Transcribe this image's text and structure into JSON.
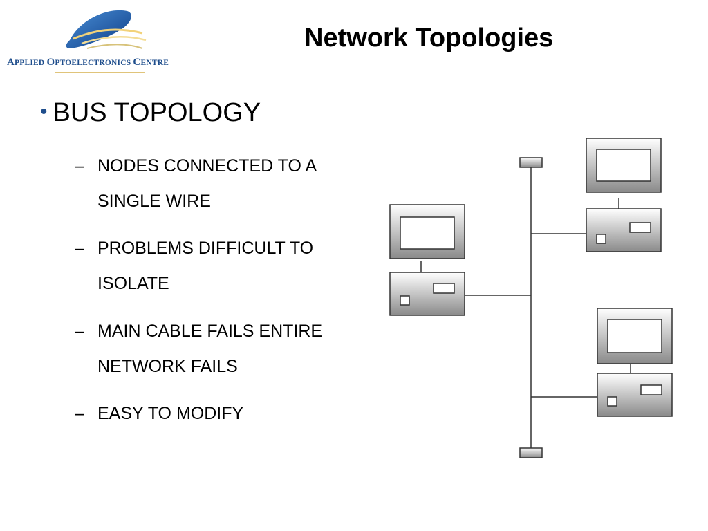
{
  "logo": {
    "org_name_parts": [
      "A",
      "PPLIED ",
      "O",
      "PTOELECTRONICS ",
      "C",
      "ENTRE"
    ]
  },
  "slide": {
    "title": "Network Topologies",
    "bullet": {
      "label": "BUS TOPOLOGY",
      "items": [
        "NODES CONNECTED TO A SINGLE WIRE",
        "PROBLEMS DIFFICULT TO ISOLATE",
        "MAIN CABLE FAILS ENTIRE NETWORK FAILS",
        "EASY TO MODIFY"
      ],
      "dash": "–"
    }
  },
  "diagram": {
    "type": "bus-topology",
    "nodes": [
      "left-computer",
      "top-right-computer",
      "bottom-right-computer"
    ],
    "terminators": [
      "top-terminator",
      "bottom-terminator"
    ],
    "colors": {
      "node_fill_light": "#ffffff",
      "node_fill_dark": "#8a8a8a",
      "line": "#333333"
    }
  }
}
